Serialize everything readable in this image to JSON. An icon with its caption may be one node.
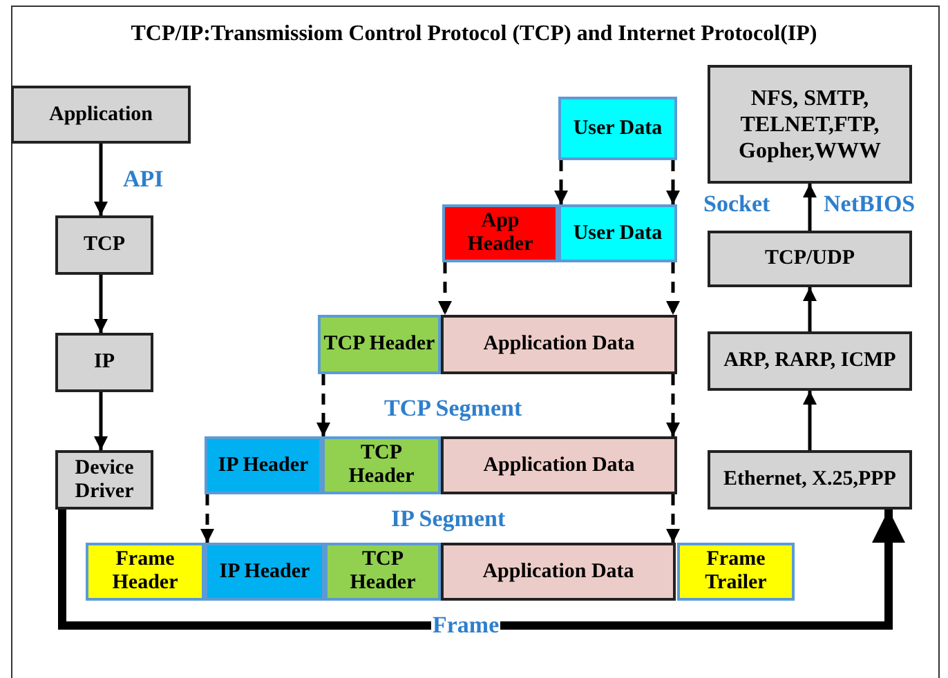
{
  "diagram": {
    "title": "TCP/IP:Transmissiom Control Protocol (TCP) and Internet Protocol(IP)",
    "nodes": [
      {
        "text": [
          "Application"
        ]
      },
      {
        "text": [
          "TCP"
        ]
      },
      {
        "text": [
          "IP"
        ]
      },
      {
        "text": [
          "Device Driver"
        ]
      },
      {
        "text": [
          "User Data"
        ]
      },
      {
        "text": [
          "App Header"
        ]
      },
      {
        "text": [
          "User Data"
        ]
      },
      {
        "text": [
          "TCP Header"
        ]
      },
      {
        "text": [
          "Application Data"
        ]
      },
      {
        "text": [
          "IP Header"
        ]
      },
      {
        "text": [
          "TCP Header"
        ]
      },
      {
        "text": [
          "Application Data"
        ]
      },
      {
        "text": [
          "Frame Header"
        ]
      },
      {
        "text": [
          "IP Header"
        ]
      },
      {
        "text": [
          "TCP Header"
        ]
      },
      {
        "text": [
          "Application Data"
        ]
      },
      {
        "text": [
          "Frame Trailer"
        ]
      },
      {
        "text": [
          "NFS, SMTP, TELNET,FTP, Gopher,WWW"
        ]
      },
      {
        "text": [
          "TCP/UDP"
        ]
      },
      {
        "text": [
          "ARP, RARP, ICMP"
        ]
      },
      {
        "text": [
          "Ethernet, X.25,PPP"
        ]
      }
    ],
    "edges": [
      {
        "from": 0,
        "to": 1,
        "arrow": "to",
        "label": "API"
      },
      {
        "from": 1,
        "to": 2,
        "arrow": "to"
      },
      {
        "from": 2,
        "to": 3,
        "arrow": "to"
      },
      {
        "from": 3,
        "to": 20,
        "arrow": "to",
        "label": "Frame",
        "style": "thick"
      },
      {
        "from": 4,
        "to": 6,
        "arrow": "to",
        "style": "dashed"
      },
      {
        "from": 4,
        "to": 6,
        "arrow": "to",
        "style": "dashed"
      },
      {
        "from": 5,
        "to": 8,
        "arrow": "to",
        "style": "dashed"
      },
      {
        "from": 6,
        "to": 8,
        "arrow": "to",
        "style": "dashed"
      },
      {
        "from": 7,
        "to": 10,
        "arrow": "to",
        "style": "dashed"
      },
      {
        "from": 8,
        "to": 11,
        "arrow": "to",
        "style": "dashed"
      },
      {
        "from": 9,
        "to": 13,
        "arrow": "to",
        "style": "dashed"
      },
      {
        "from": 11,
        "to": 15,
        "arrow": "to",
        "style": "dashed"
      },
      {
        "from": 20,
        "to": 19,
        "arrow": "to"
      },
      {
        "from": 19,
        "to": 18,
        "arrow": "to"
      },
      {
        "from": 18,
        "to": 17,
        "arrow": "to",
        "label": "NetBIOS"
      }
    ],
    "labels": [
      "Socket",
      "TCP Segment",
      "IP Segment"
    ]
  }
}
